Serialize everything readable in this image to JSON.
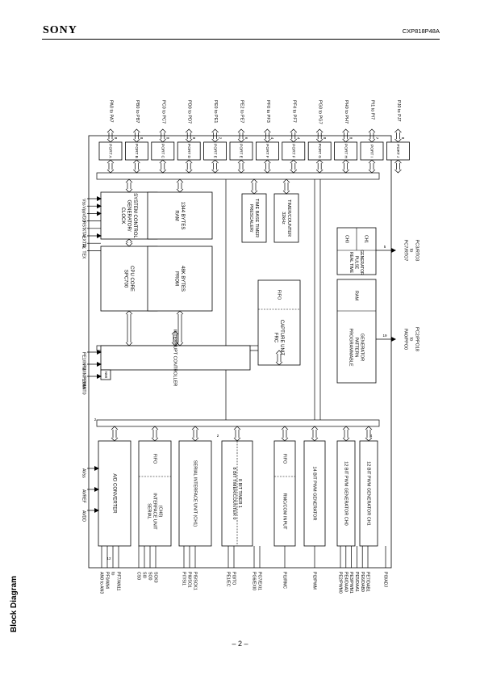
{
  "header": {
    "brand": "SONY",
    "part_number": "CXP818P48A"
  },
  "section_title": "Block Diagram",
  "page_number": "– 2 –",
  "ports": [
    {
      "name": "PORT A",
      "pins": "PA0 to PA7",
      "width": "8"
    },
    {
      "name": "PORT B",
      "pins": "PB0 to PB7",
      "width": "8"
    },
    {
      "name": "PORT C",
      "pins": "PC0 to PC7",
      "width": "8"
    },
    {
      "name": "PORT D",
      "pins": "PD0 to PD7",
      "width": "8"
    },
    {
      "name": "PORT E",
      "pins": "PE0 to PE1",
      "width": "2"
    },
    {
      "name": "PORT E",
      "pins": "PE2 to PE7",
      "width": "6"
    },
    {
      "name": "PORT F",
      "pins": "PF0 to PF3",
      "width": "4"
    },
    {
      "name": "PORT F",
      "pins": "PF4 to PF7",
      "width": "4"
    },
    {
      "name": "PORT G",
      "pins": "PG0 to PG7",
      "width": "8"
    },
    {
      "name": "PORT H",
      "pins": "PH0 to PH7",
      "width": "8"
    },
    {
      "name": "PORT I",
      "pins": "PI1 to PI7",
      "width": "7"
    },
    {
      "name": "PORT J",
      "pins": "PJ0 to PJ7",
      "width": "8"
    }
  ],
  "blocks": {
    "clock": [
      "CLOCK",
      "GENERATOR/",
      "SYSTEM CONTROL"
    ],
    "ram": [
      "RAM",
      "1344 BYTES"
    ],
    "cpu": [
      "SPC700",
      "CPU CORE"
    ],
    "prom": [
      "PROM",
      "48K BYTES"
    ],
    "prescaler": [
      "PRESCALER/",
      "TIME BASE TIMER"
    ],
    "timer32k": [
      "32kHz",
      "TIMER/COUNTER"
    ],
    "frc": [
      "FRC",
      "CAPTURE UNIT"
    ],
    "fifo": "FIFO",
    "rtp": [
      "REAL TIME",
      "PULSE",
      "GENERATOR"
    ],
    "rtp_ch0": "CH0",
    "rtp_ch1": "CH1",
    "ppg": [
      "PROGRAMMABLE",
      "PATTERN",
      "GENERATOR"
    ],
    "ppg_ram": "RAM",
    "interrupt": "INTERRUPT CONTROLLER",
    "nmi": "NMI",
    "adc": "A/D CONVERTER",
    "sio0": [
      "SERIAL",
      "INTERFACE UNIT",
      "(CH0)"
    ],
    "sio1": "SERIAL INTERFACE UNIT (CH1)",
    "timer8": [
      "8 BIT TIMER/COUNTER 0",
      "8 BIT TIMER 1"
    ],
    "rmc": "RMC/COM INPUT",
    "pwm14": "14 BIT PWM GENERATOR",
    "pwm12_0": "12 BIT PWM GENERATOR CH0",
    "pwm12_1": "12 BIT PWM GENERATOR CH1"
  },
  "left_pins": [
    "Vss",
    "Vpp",
    "VDD",
    "RST",
    "XTAL",
    "EXTAL",
    "TX",
    "TEX"
  ],
  "interrupt_pins": [
    "PE1/INT2",
    "PI4/INT1/NMI",
    "PE0/INT0"
  ],
  "analog_pins": [
    "AVss",
    "AVREF",
    "AVDD"
  ],
  "right_pins": {
    "rtp": [
      "PC7/RTO7",
      "to",
      "PC3/RTO3"
    ],
    "ppg": [
      "PA0/PPO0",
      "to",
      "PC2/PPO18"
    ]
  },
  "bus_widths": {
    "rtp": "5",
    "ppg": "19",
    "pwm": "4",
    "timer_in": "2",
    "nmi": "2",
    "adc": "12"
  },
  "bottom_pins": {
    "adc": [
      "AN0 to AN3",
      "PF0/AN4",
      "to",
      "PF7/AN11"
    ],
    "sio0": [
      "CS0",
      "SI0",
      "SO0",
      "SCK0"
    ],
    "sio1": [
      "PI7/SI1",
      "PI6/SO1",
      "PI5/SCK1"
    ],
    "timer": [
      "PE1/EC",
      "PI3/TO"
    ],
    "tin": [
      "PG6/EXI0",
      "PG7/EXI1"
    ],
    "rmc": "PI1/RMC",
    "pwm14": "PI2/PWM",
    "pwm12": [
      "PE2/PWM0",
      "PE4/DAA0",
      "PE3/PWM1",
      "PE5/DAA1",
      "PE6/DAB0",
      "PE7/DAB1"
    ],
    "adj": "PI3/ADJ"
  }
}
